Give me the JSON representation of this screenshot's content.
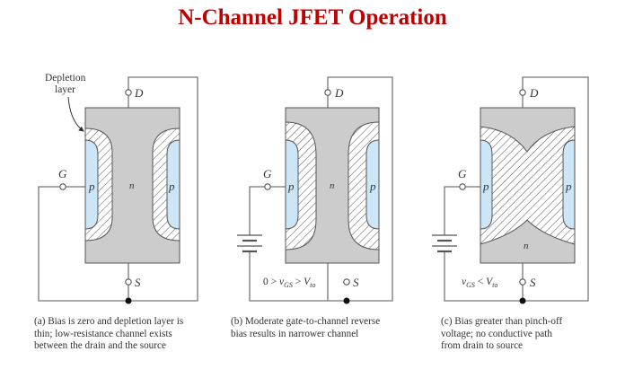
{
  "title": "N-Channel JFET Operation",
  "colors": {
    "title": "#c00000",
    "channel": "#cccccc",
    "p_region": "#cde6f7",
    "wire": "#777777",
    "outline": "#555555"
  },
  "panels": [
    {
      "id": "a",
      "annotation": [
        "Depletion",
        "layer"
      ],
      "terminals": {
        "drain": "D",
        "gate": "G",
        "source": "S"
      },
      "regions": {
        "left_p": "p",
        "channel": "n",
        "right_p": "p"
      },
      "condition": "",
      "has_battery": false,
      "caption": [
        "(a) Bias is zero and depletion layer is",
        "thin; low-resistance channel exists",
        "between the drain and the source"
      ]
    },
    {
      "id": "b",
      "terminals": {
        "drain": "D",
        "gate": "G",
        "source": "S"
      },
      "regions": {
        "left_p": "p",
        "channel": "n",
        "right_p": "p"
      },
      "condition": "0 > vGS > Vto",
      "has_battery": true,
      "caption": [
        "(b) Moderate gate-to-channel reverse",
        "bias results in narrower channel"
      ]
    },
    {
      "id": "c",
      "terminals": {
        "drain": "D",
        "gate": "G",
        "source": "S"
      },
      "regions": {
        "left_p": "p",
        "channel": "n",
        "right_p": "p"
      },
      "condition": "vGS < Vto",
      "has_battery": true,
      "caption": [
        "(c) Bias greater than pinch-off",
        "voltage; no conductive path",
        "from drain to source"
      ]
    }
  ]
}
